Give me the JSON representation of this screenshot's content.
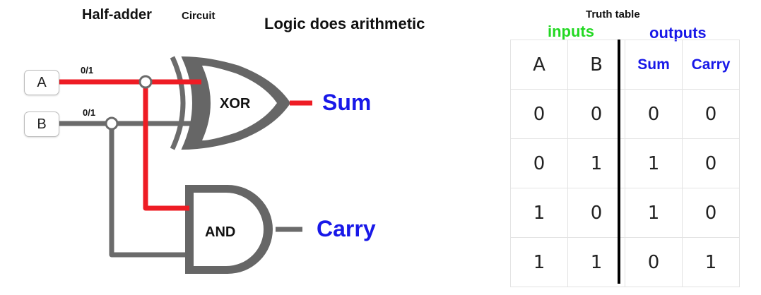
{
  "header": {
    "title": "Half-adder",
    "title_suffix": "Circuit",
    "subtitle": "Logic does arithmetic"
  },
  "circuit": {
    "inputs": [
      {
        "label": "A",
        "value": "0/1"
      },
      {
        "label": "B",
        "value": "0/1"
      }
    ],
    "gates": {
      "xor": "XOR",
      "and": "AND"
    },
    "outputs": {
      "sum": "Sum",
      "carry": "Carry"
    },
    "colors": {
      "active_wire": "#ee1c24",
      "inactive_wire": "#6b6b6b",
      "gate_fill": "#666666",
      "output_label": "#1818e8"
    }
  },
  "truth_table": {
    "title": "Truth table",
    "inputs_label": "inputs",
    "outputs_label": "outputs",
    "columns": [
      "A",
      "B",
      "Sum",
      "Carry"
    ],
    "rows": [
      [
        "0",
        "0",
        "0",
        "0"
      ],
      [
        "0",
        "1",
        "1",
        "0"
      ],
      [
        "1",
        "0",
        "1",
        "0"
      ],
      [
        "1",
        "1",
        "0",
        "1"
      ]
    ],
    "colors": {
      "inputs_label": "#22d822",
      "outputs_label": "#1818e8"
    }
  }
}
